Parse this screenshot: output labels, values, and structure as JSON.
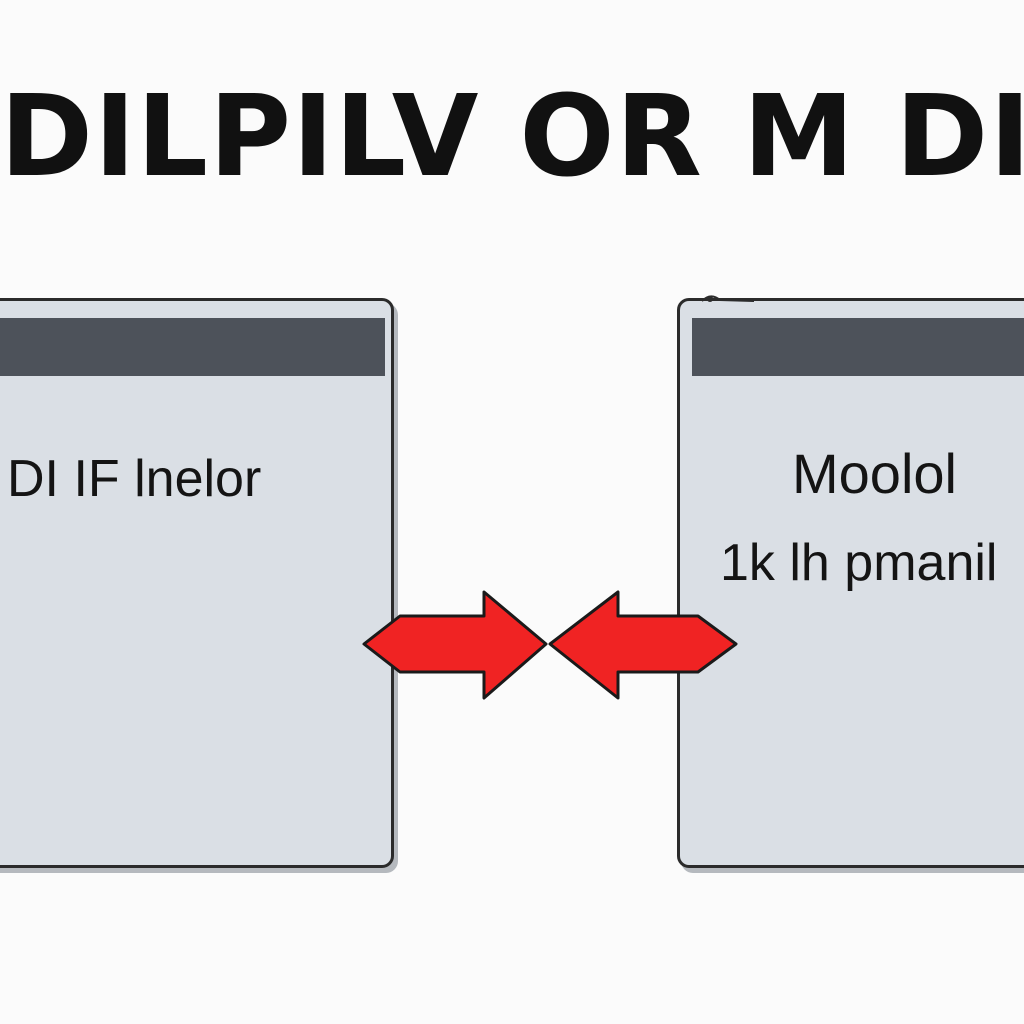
{
  "headline": "DILPILV OR M DILL",
  "panels": {
    "left": {
      "text": "DI IF lnelor"
    },
    "right": {
      "line1": "Moolol",
      "line2": "1k lh pmanil"
    }
  },
  "icons": {
    "arrows": "double-red-arrows-icon",
    "grip": "grip-icon"
  },
  "colors": {
    "arrow": "#f02323",
    "titlebar": "#4d525a",
    "panel": "#dadfe5",
    "outline": "#2b2b2b"
  }
}
